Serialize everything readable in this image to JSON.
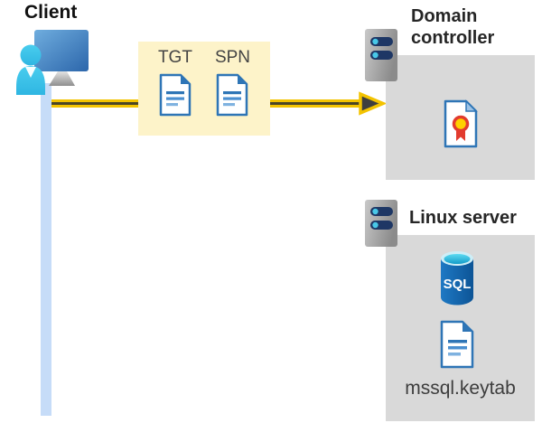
{
  "colors": {
    "token_box_bg": "#fdf3c9",
    "arrow_yellow": "#f3c300",
    "arrow_dark": "#4a4526",
    "server_box_bg": "#d9d9d9",
    "document_blue": "#2e75b6",
    "lifeline_blue": "#c6dcf8",
    "monitor_blue": "#2f6cb3",
    "person_cyan": "#3ec6ea",
    "sql_blue": "#1466b8",
    "certificate_red": "#e23b2e",
    "certificate_yellow": "#ffd100",
    "title_color": "#262626",
    "label_color": "#444444"
  },
  "client": {
    "label": "Client"
  },
  "token_box": {
    "tgt_label": "TGT",
    "spn_label": "SPN"
  },
  "domain_controller": {
    "title": "Domain\ncontroller"
  },
  "linux_server": {
    "title": "Linux server",
    "sql_label": "SQL",
    "keytab_label": "mssql.keytab"
  }
}
